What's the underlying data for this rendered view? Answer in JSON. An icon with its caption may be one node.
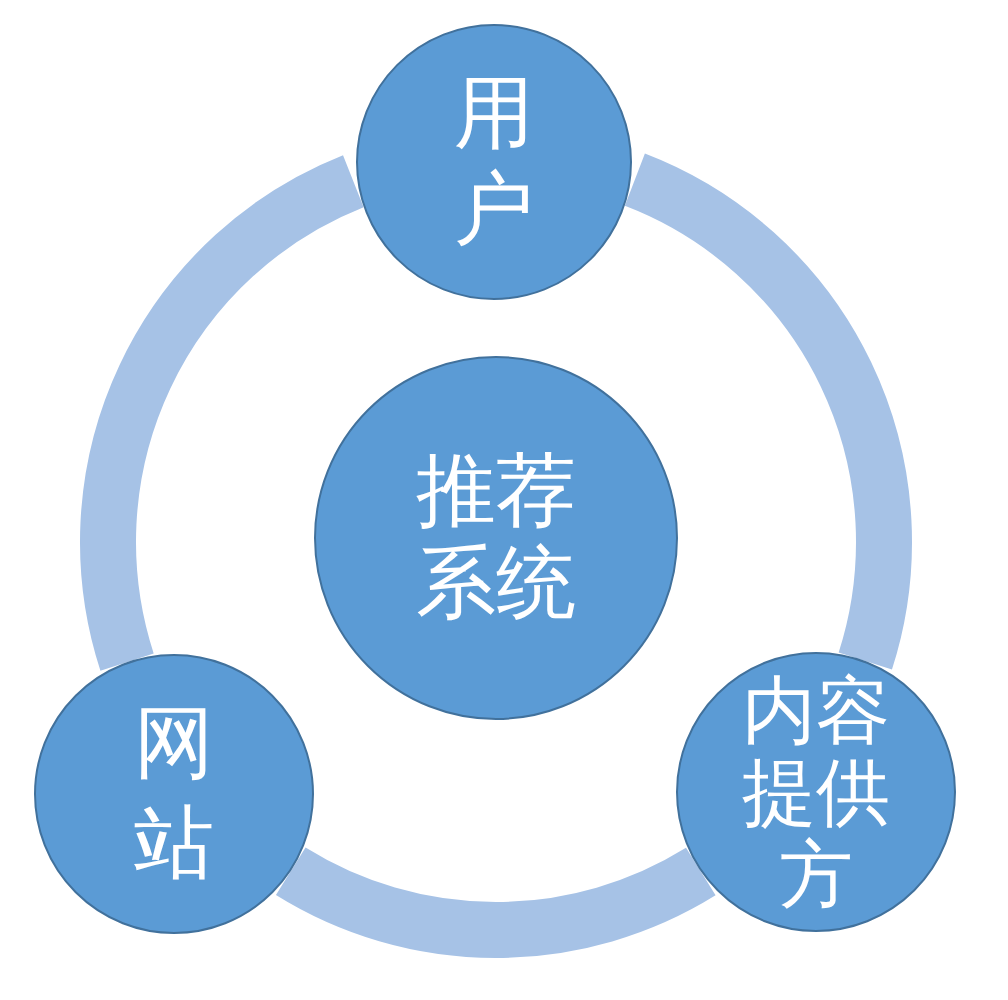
{
  "diagram": {
    "nodes": [
      {
        "text": [
          "用户"
        ]
      },
      {
        "text": [
          "推荐系统"
        ]
      },
      {
        "text": [
          "网站"
        ]
      },
      {
        "text": [
          "内容提供方"
        ]
      }
    ],
    "edges": [
      {
        "from": 0,
        "to": 2,
        "arrow": "none"
      },
      {
        "from": 2,
        "to": 3,
        "arrow": "none"
      },
      {
        "from": 3,
        "to": 0,
        "arrow": "none"
      }
    ]
  }
}
